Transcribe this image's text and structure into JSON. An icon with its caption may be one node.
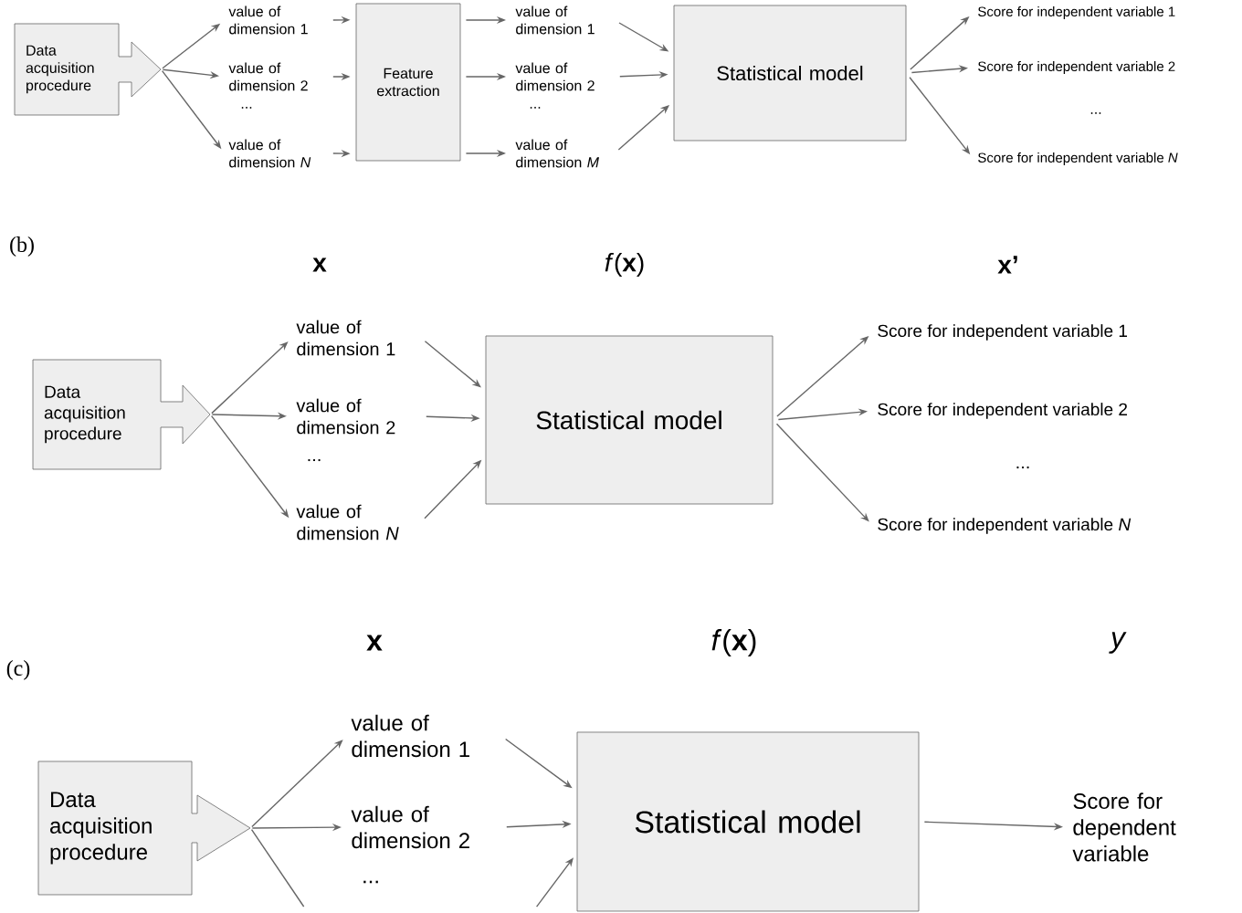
{
  "diagram": {
    "nodes": [
      {
        "text": [
          "Data acquisition procedure"
        ]
      },
      {
        "text": [
          "value of dimension 1"
        ]
      },
      {
        "text": [
          "value of dimension 2"
        ]
      },
      {
        "text": [
          "value of dimension *N*"
        ]
      },
      {
        "text": [
          "Feature extraction"
        ]
      },
      {
        "text": [
          "value of dimension 1"
        ]
      },
      {
        "text": [
          "value of dimension 2"
        ]
      },
      {
        "text": [
          "value of dimension *M*"
        ]
      },
      {
        "text": [
          "Statistical model"
        ]
      },
      {
        "text": [
          "Score for independent variable 1"
        ]
      },
      {
        "text": [
          "Score for independent variable 2"
        ]
      },
      {
        "text": [
          "Score for independent variable *N*"
        ]
      },
      {
        "text": [
          "Data acquisition procedure"
        ]
      },
      {
        "text": [
          "value of dimension 1"
        ]
      },
      {
        "text": [
          "value of dimension 2"
        ]
      },
      {
        "text": [
          "value of dimension *N*"
        ]
      },
      {
        "text": [
          "Statistical model"
        ]
      },
      {
        "text": [
          "Score for independent variable 1"
        ]
      },
      {
        "text": [
          "Score for independent variable 2"
        ]
      },
      {
        "text": [
          "Score for independent variable *N*"
        ]
      },
      {
        "text": [
          "Data acquisition procedure"
        ]
      },
      {
        "text": [
          "value of dimension 1"
        ]
      },
      {
        "text": [
          "value of dimension 2"
        ]
      },
      {
        "text": [
          "Statistical model"
        ]
      },
      {
        "text": [
          "Score for dependent variable"
        ]
      }
    ],
    "edges": [
      {
        "from": 0,
        "to": 1,
        "arrow": "to"
      },
      {
        "from": 0,
        "to": 2,
        "arrow": "to"
      },
      {
        "from": 0,
        "to": 3,
        "arrow": "to"
      },
      {
        "from": 1,
        "to": 4,
        "arrow": "to"
      },
      {
        "from": 2,
        "to": 4,
        "arrow": "to"
      },
      {
        "from": 3,
        "to": 4,
        "arrow": "to"
      },
      {
        "from": 4,
        "to": 5,
        "arrow": "to"
      },
      {
        "from": 4,
        "to": 6,
        "arrow": "to"
      },
      {
        "from": 4,
        "to": 7,
        "arrow": "to"
      },
      {
        "from": 5,
        "to": 8,
        "arrow": "to"
      },
      {
        "from": 6,
        "to": 8,
        "arrow": "to"
      },
      {
        "from": 7,
        "to": 8,
        "arrow": "to"
      },
      {
        "from": 8,
        "to": 9,
        "arrow": "to"
      },
      {
        "from": 8,
        "to": 10,
        "arrow": "to"
      },
      {
        "from": 8,
        "to": 11,
        "arrow": "to"
      },
      {
        "from": 12,
        "to": 13,
        "arrow": "to"
      },
      {
        "from": 12,
        "to": 14,
        "arrow": "to"
      },
      {
        "from": 12,
        "to": 15,
        "arrow": "to"
      },
      {
        "from": 13,
        "to": 16,
        "arrow": "to"
      },
      {
        "from": 14,
        "to": 16,
        "arrow": "to"
      },
      {
        "from": 15,
        "to": 16,
        "arrow": "to"
      },
      {
        "from": 16,
        "to": 17,
        "arrow": "to"
      },
      {
        "from": 16,
        "to": 18,
        "arrow": "to"
      },
      {
        "from": 16,
        "to": 19,
        "arrow": "to"
      },
      {
        "from": 20,
        "to": 21,
        "arrow": "to"
      },
      {
        "from": 20,
        "to": 22,
        "arrow": "to"
      },
      {
        "from": 20,
        "to": null,
        "arrow": "none"
      },
      {
        "from": 21,
        "to": 23,
        "arrow": "to"
      },
      {
        "from": 22,
        "to": 23,
        "arrow": "to"
      },
      {
        "from": null,
        "to": 23,
        "arrow": "to"
      },
      {
        "from": 23,
        "to": 24,
        "arrow": "to"
      }
    ],
    "labels": [
      "...",
      "...",
      "...",
      "(b)",
      "x",
      "*f*(**x**)",
      "x’",
      "...",
      "...",
      "(c)",
      "x",
      "*f*(**x**)",
      "y",
      "..."
    ]
  }
}
